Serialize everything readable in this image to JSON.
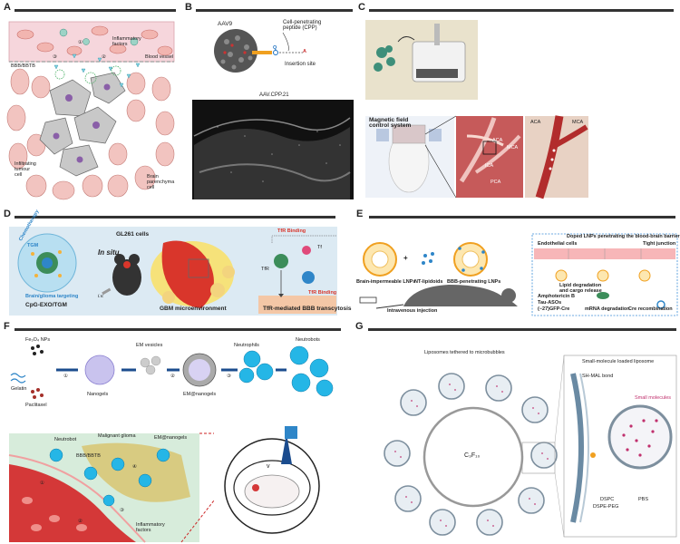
{
  "panels": {
    "A": {
      "label": "A",
      "texts": {
        "bbb": "BBB/BBTB",
        "inflammatory": "Inflammatory\nfactors",
        "blood_vessel": "Blood vessel",
        "infiltrating": "Infiltrating\ntumour\ncell",
        "brain_cell": "Brain\nparenchyma\ncell",
        "c1": "①",
        "c2": "②",
        "c3": "③"
      }
    },
    "B": {
      "label": "B",
      "texts": {
        "aav9": "AAV9",
        "cpp": "Cell-penetrating\npeptide (CPP)",
        "insertion": "Insertion site",
        "q588": "Q",
        "a589": "A",
        "micro_title": "AAV.CPP.21"
      }
    },
    "C": {
      "label": "C",
      "texts": {
        "magnetic": "Magnetic field\ncontrol system",
        "aca": "ACA",
        "mca": "MCA",
        "ica": "ICA",
        "pca": "PCA",
        "aca2": "ACA",
        "mca2": "MCA"
      }
    },
    "D": {
      "label": "D",
      "texts": {
        "gl261": "GL261 cells",
        "insitu": "In situ",
        "iv": "i.v.",
        "chemo": "Chemotherapy",
        "tgm": "TGM",
        "cpg": "CpG-EXO/TGM",
        "brain_target": "Brain/glioma targeting",
        "gbm": "GBM microenvironment",
        "tfr_binding1": "TfR Binding",
        "tf": "Tf",
        "tfr": "TfR",
        "tfr_binding2": "TfR Binding",
        "transcytosis": "TfR-mediated BBB transcytosis"
      }
    },
    "E": {
      "label": "E",
      "texts": {
        "doped": "Doped LNPs penetrating the blood-brain barrier",
        "impermeable": "Brain-impermeable LNPs",
        "plus": "+",
        "nt_lipidoids": "NT-lipidoids",
        "penetrating": "BBB-penetrating LNPs",
        "endothelial": "Endothelial cells",
        "tight": "Tight junction",
        "lipid_deg": "Lipid degradation\nand cargo release",
        "ampho": "Amphotericin B",
        "tau": "Tau-ASOs",
        "cre": "(−27)GFP-Cre",
        "mrna": "mRNA degradation",
        "recomb": "Cre recombination",
        "iv_inj": "Intravenous injection"
      }
    },
    "F": {
      "label": "F",
      "texts": {
        "fe3o4": "Fe₃O₄ NPs",
        "gelatin": "Gelatin",
        "paclitaxel": "Paclitaxel",
        "nanogels": "Nanogels",
        "em_vesicles": "EM vesicles",
        "em_nanogels": "EM@nanogels",
        "neutrophils": "Neutrophils",
        "neutrobots": "Neutrobots",
        "step1": "①",
        "step2": "②",
        "step3": "③",
        "neutrobot": "Neutrobot",
        "malignant": "Malignant glioma",
        "em_nanogels2": "EM@nanogels",
        "bbb": "BBB/BBTB",
        "inflam": "Inflammatory\nfactors",
        "v": "v",
        "c1": "①",
        "c2": "②",
        "c3": "③",
        "c4": "④"
      }
    },
    "G": {
      "label": "G",
      "texts": {
        "tethered": "Liposomes tethered to microbubbles",
        "loaded": "Small-molecule loaded liposome",
        "shmal": "SH-MAL bond",
        "small": "Small molecules",
        "c3f10": "C₃F₁₀",
        "dspc": "DSPC",
        "dspe": "DSPE-PEG",
        "pbs": "PBS"
      }
    }
  },
  "colors": {
    "rule": "#333333",
    "vessel": "#f6d6dc",
    "redcell": "#f2b5b0",
    "grey_cell": "#c8c8c8",
    "blue": "#2f86c8",
    "lightblue": "#8cc8ef",
    "cyan_bot": "#25b6e6",
    "magenta": "#b0308a",
    "yellow_gbm": "#f6e27a",
    "red_gbm": "#d9362b"
  }
}
